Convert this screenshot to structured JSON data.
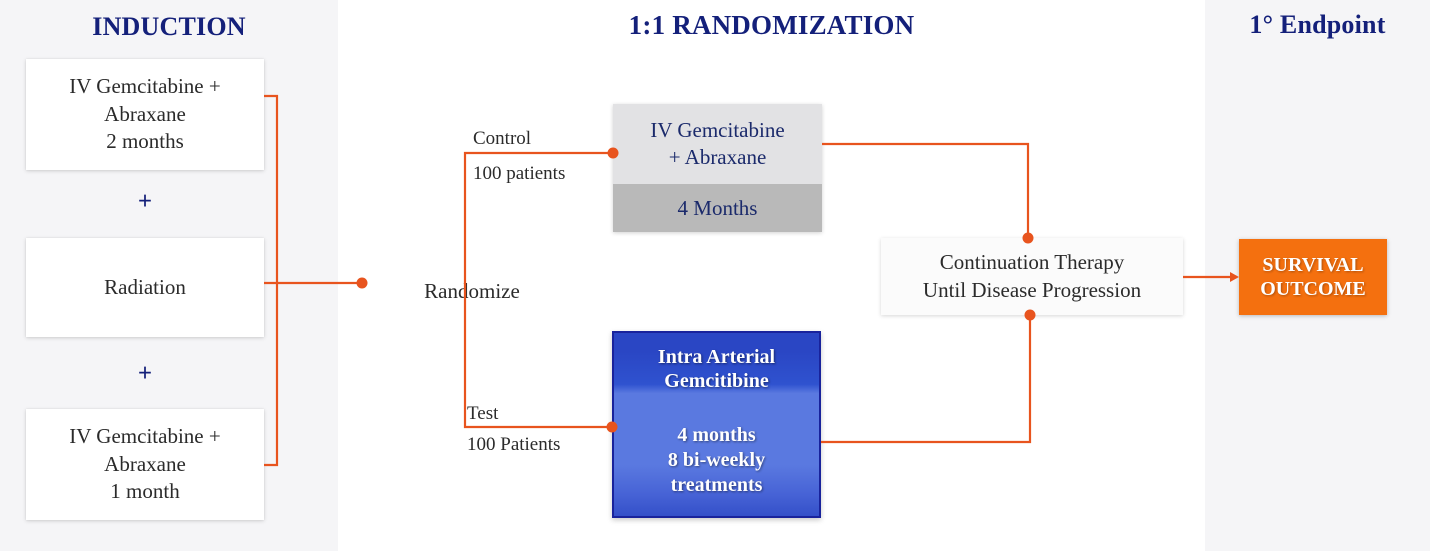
{
  "columns": {
    "induction_header": "INDUCTION",
    "randomization_header": "1:1 RANDOMIZATION",
    "endpoint_header": "1° Endpoint"
  },
  "induction": {
    "card1_line1": "IV Gemcitabine +",
    "card1_line2": "Abraxane",
    "card1_line3": "2 months",
    "plus1": "+",
    "radiation": "Radiation",
    "plus2": "+",
    "card2_line1": "IV Gemcitabine +",
    "card2_line2": "Abraxane",
    "card2_line3": "1 month"
  },
  "randomize": {
    "label": "Randomize"
  },
  "branches": {
    "control_label": "Control",
    "control_count": "100 patients",
    "test_label": "Test",
    "test_count": "100 Patients"
  },
  "control_arm": {
    "line1": "IV Gemcitabine",
    "line2": "+ Abraxane",
    "duration": "4 Months"
  },
  "test_arm": {
    "line1": "Intra Arterial",
    "line2": "Gemcitibine",
    "duration_line1": "4 months",
    "duration_line2": "8 bi-weekly",
    "duration_line3": "treatments"
  },
  "continuation": {
    "line1": "Continuation Therapy",
    "line2": "Until Disease Progression"
  },
  "outcome": {
    "line1": "SURVIVAL",
    "line2": "OUTCOME"
  },
  "colors": {
    "header_navy": "#14207a",
    "connector_orange": "#e8541e",
    "outcome_orange": "#f4700f",
    "control_box_light": "#e2e2e4",
    "control_box_dark": "#b9b9b9",
    "test_box_blue": "#2a46c4",
    "test_box_border": "#19239c",
    "panel_gray": "#f5f5f7"
  }
}
